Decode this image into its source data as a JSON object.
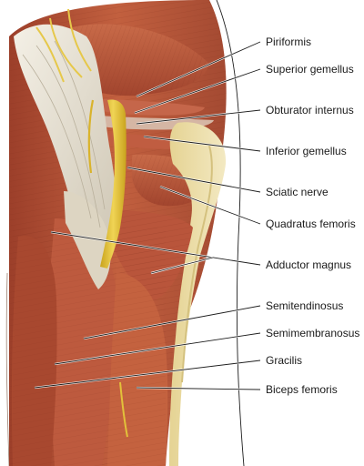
{
  "labels": {
    "piriformis": "Piriformis",
    "superior_gemellus": "Superior gemellus",
    "obturator_internus": "Obturator internus",
    "inferior_gemellus": "Inferior gemellus",
    "sciatic_nerve": "Sciatic nerve",
    "quadratus_femoris": "Quadratus femoris",
    "adductor_magnus": "Adductor magnus",
    "semitendinosus": "Semitendinosus",
    "semimembranosus": "Semimembranosus",
    "gracilis": "Gracilis",
    "biceps_femoris": "Biceps femoris"
  },
  "colors": {
    "muscle": "#b5533a",
    "muscle_dark": "#8e3422",
    "muscle_light": "#d27a5a",
    "tendon": "#e8e2d4",
    "bone": "#eadca6",
    "nerve": "#e2c13a",
    "skin_line": "#9a7f70"
  }
}
